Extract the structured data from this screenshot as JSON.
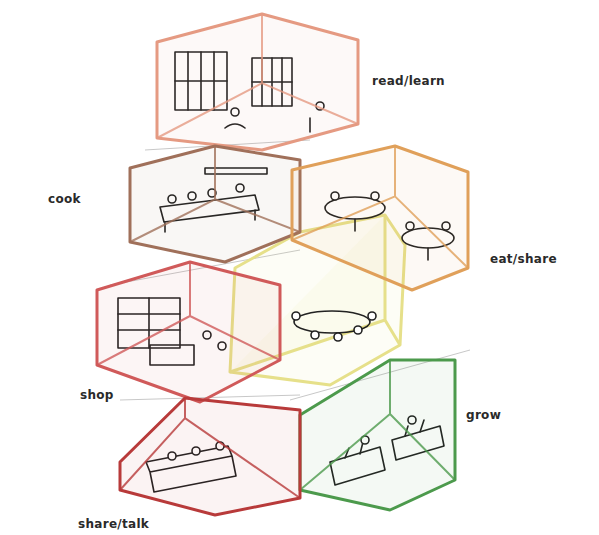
{
  "diagram": {
    "nodes": [
      {
        "text": [
          "read/learn"
        ]
      },
      {
        "text": [
          "cook"
        ]
      },
      {
        "text": [
          "eat/share"
        ]
      },
      {
        "text": [
          "shop"
        ]
      },
      {
        "text": [
          "grow"
        ]
      },
      {
        "text": [
          "share/talk"
        ]
      }
    ]
  }
}
